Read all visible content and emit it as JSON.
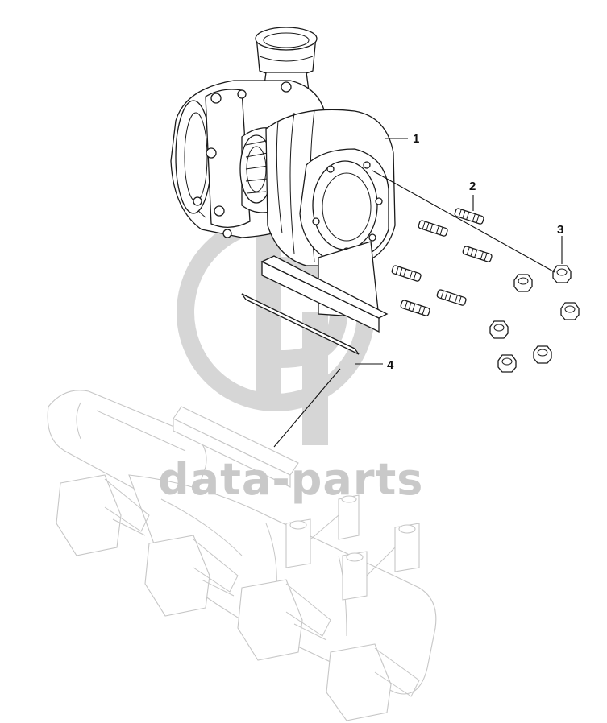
{
  "diagram": {
    "callouts": [
      {
        "id": "1",
        "label": "1"
      },
      {
        "id": "2",
        "label": "2"
      },
      {
        "id": "3",
        "label": "3"
      },
      {
        "id": "4",
        "label": "4"
      }
    ]
  },
  "watermark": {
    "text": "data-parts",
    "color": "#c9c9c9"
  },
  "colors": {
    "line": "#1a1a1a",
    "ghost_line": "#c6c6c6",
    "background": "#ffffff"
  }
}
